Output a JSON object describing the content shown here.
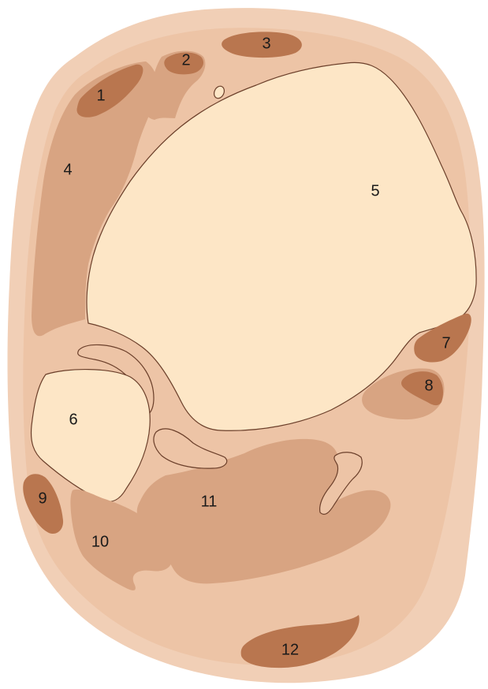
{
  "colors": {
    "skin": "#f1cfb6",
    "tissue": "#edc4a6",
    "muscle": "#d8a482",
    "tendon": "#b9764f",
    "bone": "#fde6c6",
    "outline": "#6b3f2a"
  },
  "labels": {
    "l1": "1",
    "l2": "2",
    "l3": "3",
    "l4": "4",
    "l5": "5",
    "l6": "6",
    "l7": "7",
    "l8": "8",
    "l9": "9",
    "l10": "10",
    "l11": "11",
    "l12": "12"
  }
}
